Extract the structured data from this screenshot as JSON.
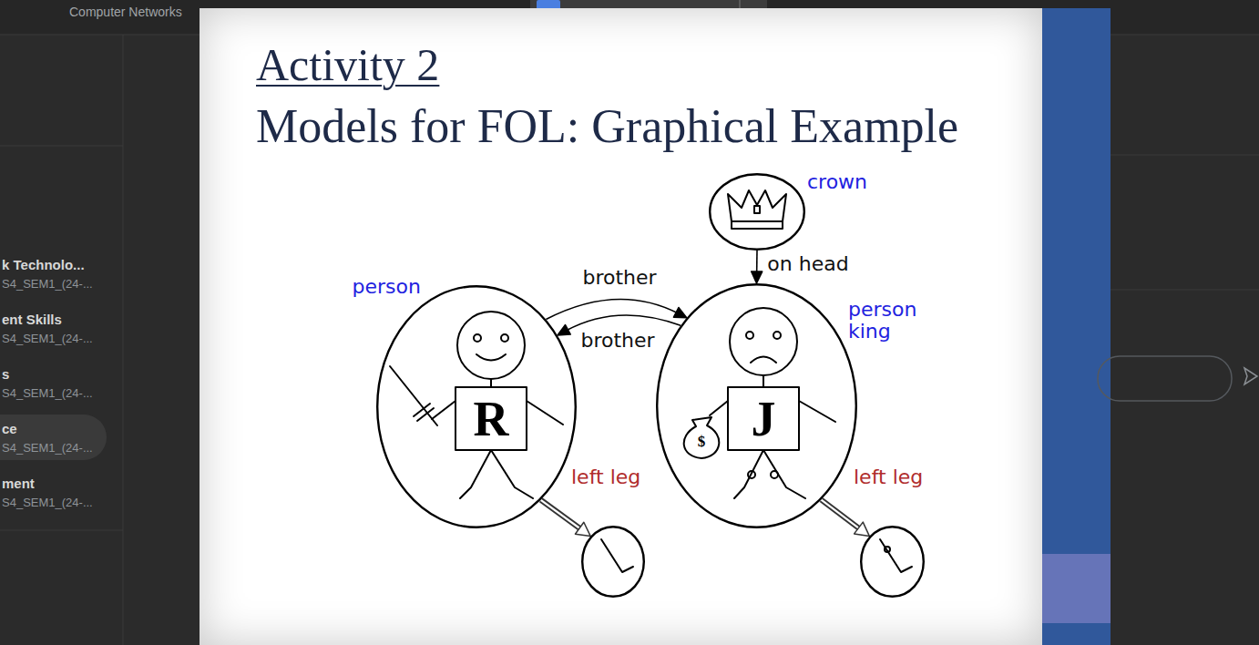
{
  "diagram": {
    "title": "Models for FOL: Graphical Example",
    "nodes": [
      {
        "text": [
          "crown"
        ]
      },
      {
        "text": [
          "person",
          "R"
        ]
      },
      {
        "text": [
          "person king",
          "J"
        ]
      },
      {
        "text": [
          "left leg"
        ]
      },
      {
        "text": [
          "left leg"
        ]
      }
    ],
    "edges": [
      {
        "from": 0,
        "to": 2,
        "label": "on head",
        "arrow": "to"
      },
      {
        "from": 1,
        "to": 2,
        "label": "brother",
        "arrow": "to"
      },
      {
        "from": 2,
        "to": 1,
        "label": "brother",
        "arrow": "to"
      },
      {
        "from": 1,
        "to": 3,
        "arrow": "to"
      },
      {
        "from": 2,
        "to": 4,
        "arrow": "to"
      }
    ],
    "labels": [
      "Activity 2",
      "$",
      "Computer Networks",
      "k Technolo...",
      "S4_SEM1_(24-...",
      "ent Skills",
      "S4_SEM1_(24-...",
      "s",
      "S4_SEM1_(24-...",
      "ce",
      "S4_SEM1_(24-...",
      "ment",
      "S4_SEM1_(24-..."
    ]
  }
}
